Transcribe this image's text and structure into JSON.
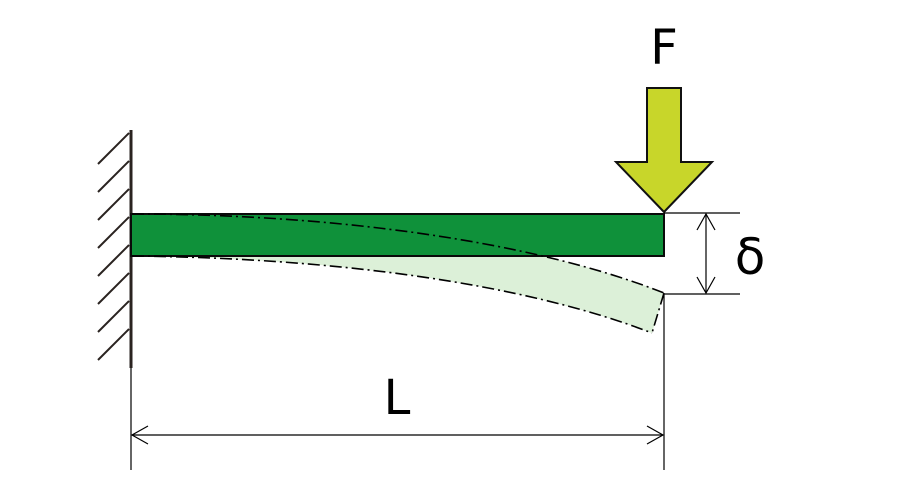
{
  "labels": {
    "force": "F",
    "deflection": "δ",
    "length": "L"
  },
  "colors": {
    "beam_fill": "#0f913a",
    "beam_stroke": "#0a0a0a",
    "deflected_fill": "#dcf0d8",
    "arrow_fill": "#c8d62a",
    "arrow_stroke": "#111111",
    "line": "#000000",
    "wall_line": "#2a2320"
  }
}
